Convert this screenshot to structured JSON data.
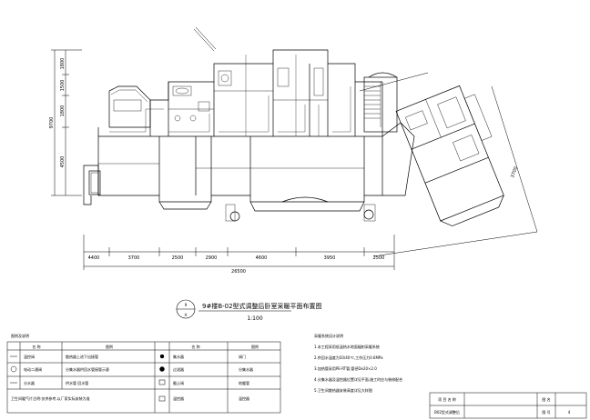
{
  "drawing": {
    "title": "9#楼B-02型式调整后卧室采暖平面布置图",
    "scale": "1:100",
    "callout": {
      "top": "9",
      "bottom": "A"
    }
  },
  "dimensions": {
    "segments": [
      "4400",
      "3700",
      "2500",
      "2900",
      "4600",
      "3950",
      "2500"
    ],
    "total": "26500",
    "left_chain": [
      "1800",
      "1500",
      "1800",
      "4500"
    ],
    "left_total": "9700",
    "right_diag": "3700"
  },
  "legend": {
    "header": "图例及说明",
    "col_headers": [
      "名 称",
      "图例",
      "名 称",
      "图例"
    ],
    "rows": [
      [
        "温控阀",
        "散热器上进下出接管",
        "集水器",
        "阀门"
      ],
      [
        "电动二通阀",
        "分集水器供回水管接管示意",
        "过滤器",
        "分集水器"
      ],
      [
        "分水器",
        "供水管 回水管",
        "截止阀",
        "地暖管"
      ],
      [
        "卫生间暖气片注明:仅供参考,以厂家实际安装为准",
        "",
        "温控器",
        "温控器"
      ]
    ]
  },
  "notes": {
    "header": "采暖系统设计说明",
    "items": [
      "1.本工程采用低温热水地面辐射采暖系统",
      "2.供回水温度为50/40℃,工作压力0.6MPa",
      "3.加热管采用PE-RT管,管径De20×2.0",
      "4.分集水器及温控器位置详见平面,施工时应与装修配合",
      "5.卫生间散热器安装高度详见大样图"
    ]
  },
  "title_block": {
    "labels": [
      "项 目 名 称",
      "图 名",
      "图 号"
    ],
    "values": [
      "",
      "B02型式调整后",
      "4"
    ]
  },
  "colors": {
    "line": "#000000",
    "thin": "#222222",
    "background": "#ffffff"
  }
}
